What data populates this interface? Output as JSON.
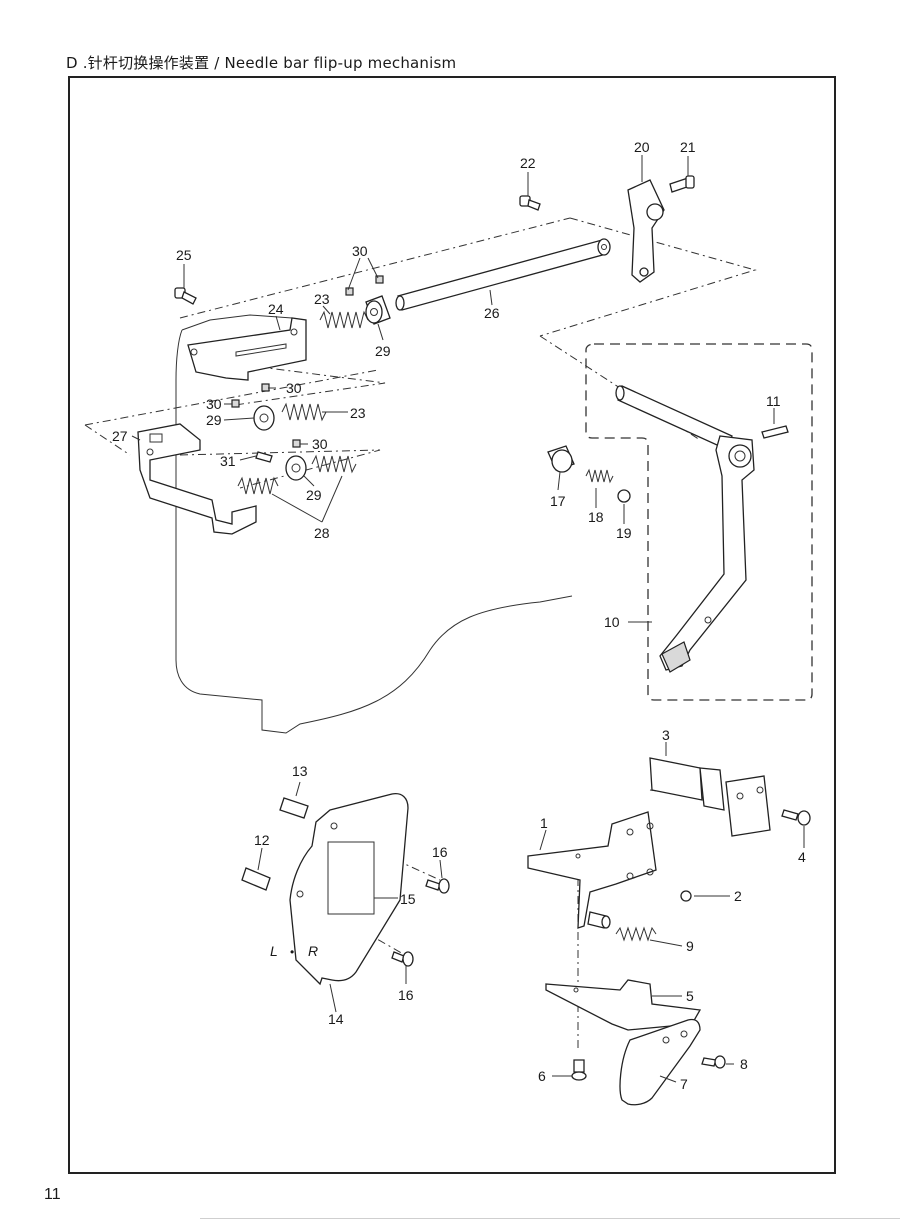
{
  "header": {
    "title": "D .针杆切换操作装置 / Needle bar flip-up mechanism"
  },
  "footer": {
    "page_number": "11"
  },
  "callouts": {
    "p1": "1",
    "p2": "2",
    "p3": "3",
    "p4": "4",
    "p5": "5",
    "p6": "6",
    "p7": "7",
    "p8": "8",
    "p9": "9",
    "p10": "10",
    "p11": "11",
    "p12": "12",
    "p13": "13",
    "p14": "14",
    "p15": "15",
    "p16a": "16",
    "p16b": "16",
    "p17": "17",
    "p18": "18",
    "p19": "19",
    "p20": "20",
    "p21": "21",
    "p22": "22",
    "p23a": "23",
    "p23b": "23",
    "p24": "24",
    "p25": "25",
    "p26": "26",
    "p27": "27",
    "p28": "28",
    "p29a": "29",
    "p29b": "29",
    "p29c": "29",
    "p30a": "30",
    "p30b": "30",
    "p30c": "30",
    "p30d": "30",
    "p31": "31"
  },
  "plate_markings": {
    "left": "L",
    "dot": "•",
    "right": "R"
  }
}
